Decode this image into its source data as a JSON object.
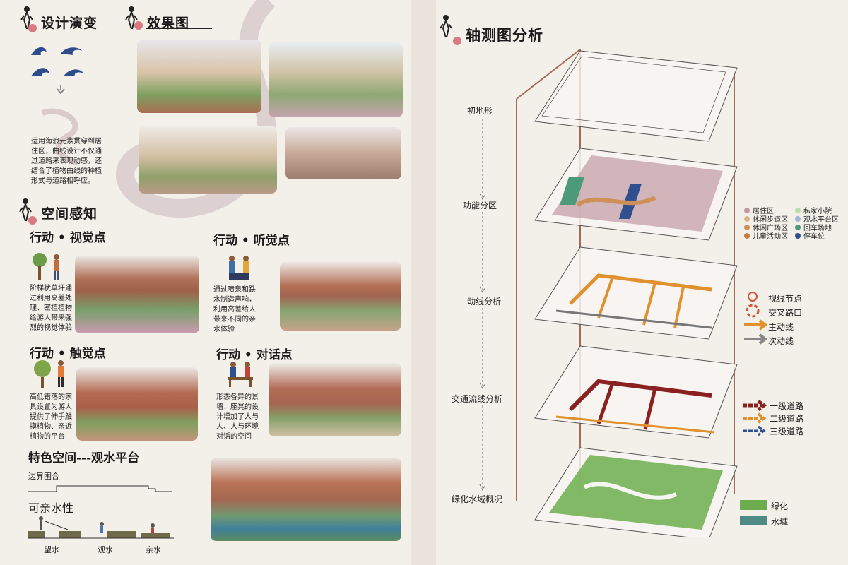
{
  "left": {
    "design_evolution": {
      "title": "设计演变",
      "text": "运用海浪元素贯穿到居住区，曲线设计不仅通过道路来表现动感，还结合了植物曲线的种植形式与道路相呼应。"
    },
    "renderings": {
      "title": "效果图"
    },
    "space_perception": {
      "title": "空间感知",
      "cards": [
        {
          "title": "行动 • 视觉点",
          "text": "阶梯状草坪通过利用高差处理、密植植物给游人带来强烈的视觉体验"
        },
        {
          "title": "行动 • 听觉点",
          "text": "通过喷泉和跌水制造声响，利用高差给人带来不同的亲水体验"
        },
        {
          "title": "行动 • 触觉点",
          "text": "高低错落的家具设置为游人提供了伸手触摸植物、亲近植物的平台"
        },
        {
          "title": "行动 • 对话点",
          "text": "形态各异的景墙、座凳的设计增加了人与人、人与环境对话的空间"
        }
      ]
    },
    "feature": {
      "title": "特色空间---观水平台",
      "boundary": "边界围合",
      "affinity": "可亲水性",
      "stages": [
        "望水",
        "观水",
        "亲水"
      ]
    }
  },
  "right": {
    "title": "轴测图分析",
    "layers": [
      "初地形",
      "功能分区",
      "动线分析",
      "交通流线分析",
      "绿化水域概况"
    ],
    "function_legend": [
      {
        "label": "居住区",
        "color": "#c19aa4"
      },
      {
        "label": "私家小院",
        "color": "#b6e0a8"
      },
      {
        "label": "休闲步道区",
        "color": "#d9b48a"
      },
      {
        "label": "观水平台区",
        "color": "#9fb7d8"
      },
      {
        "label": "休闲广场区",
        "color": "#cf8f58"
      },
      {
        "label": "回车场地",
        "color": "#4c9a7a"
      },
      {
        "label": "儿童活动区",
        "color": "#c97b3c"
      },
      {
        "label": "停车位",
        "color": "#2f4f8f"
      }
    ],
    "flow_legend": [
      "视线节点",
      "交叉路口",
      "主动线",
      "次动线"
    ],
    "road_legend": [
      "一级道路",
      "二级道路",
      "三级道路"
    ],
    "green_legend": [
      {
        "label": "绿化",
        "color": "#6cae4f"
      },
      {
        "label": "水域",
        "color": "#4e8a86"
      }
    ]
  }
}
